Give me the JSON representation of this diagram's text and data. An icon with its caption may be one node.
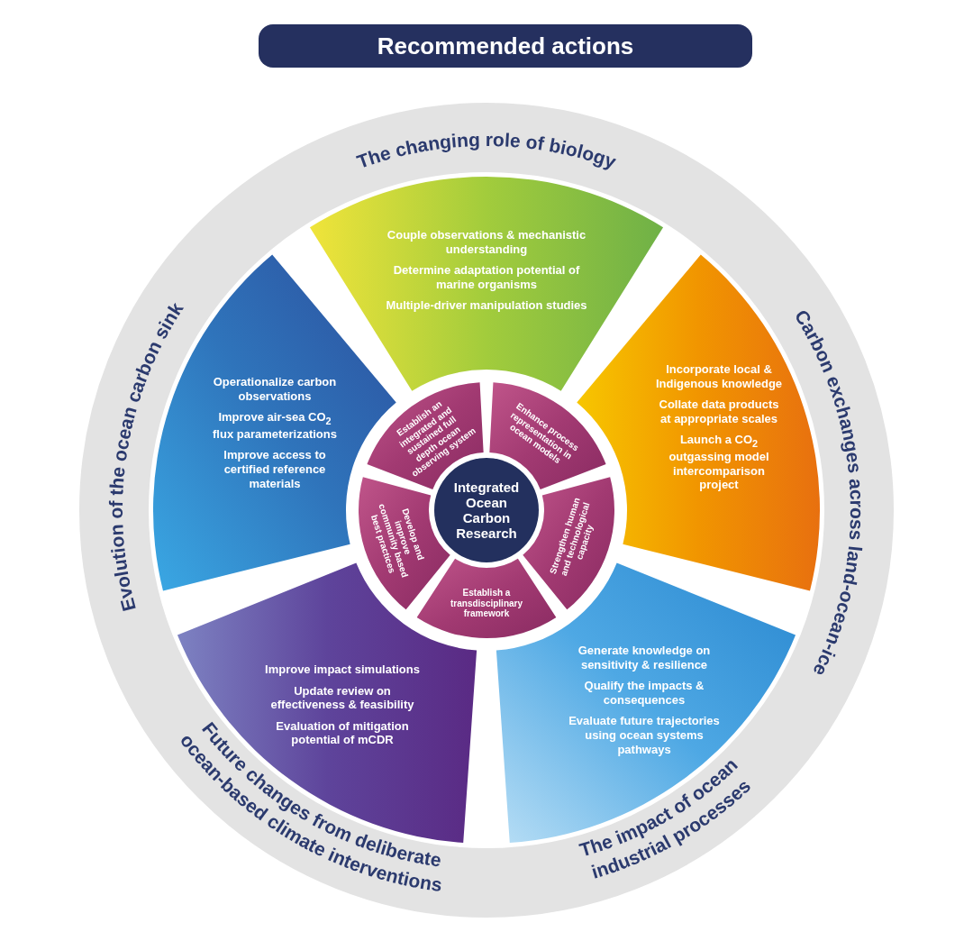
{
  "diagram": {
    "title": "Recommended actions",
    "nodes": [
      {
        "text": [
          "The changing role of biology",
          "Carbon exchanges across land-ocean-ice",
          "The impact of ocean industrial processes",
          "Future changes from deliberate ocean-based climate interventions",
          "Evolution of the ocean carbon sink"
        ]
      },
      {
        "text": [
          "Couple observations & mechanistic understanding",
          "Determine adaptation potential of marine organisms",
          "Multiple-driver manipulation studies"
        ],
        "in": 0
      },
      {
        "text": [
          "Incorporate local & Indigenous knowledge",
          "Collate data products at appropriate scales",
          "Launch a CO$_{2}$ outgassing model intercomparison project"
        ],
        "in": 0
      },
      {
        "text": [
          "Generate knowledge on sensitivity & resilience",
          "Qualify the impacts & consequences",
          "Evaluate future trajectories using ocean systems pathways"
        ],
        "in": 0
      },
      {
        "text": [
          "Improve impact simulations",
          "Update review on effectiveness & feasibility",
          "Evaluation of mitigation potential of mCDR"
        ],
        "in": 0
      },
      {
        "text": [
          "Operationalize carbon observations",
          "Improve air-sea CO$_{2}$ flux parameterizations",
          "Improve access to certified reference materials"
        ],
        "in": 0
      },
      {
        "text": [
          "Establish an integrated and sustained full depth ocean observing system"
        ],
        "in": 0
      },
      {
        "text": [
          "Enhance process representation in ocean models"
        ],
        "in": 0
      },
      {
        "text": [
          "Strengthen human and technological capacity"
        ],
        "in": 0
      },
      {
        "text": [
          "Establish a transdisciplinary framework"
        ],
        "in": 0
      },
      {
        "text": [
          "Develop and improve community based best practices"
        ],
        "in": 0
      },
      {
        "text": [
          "Integrated Ocean Carbon Research"
        ],
        "in": 0
      }
    ],
    "edges": []
  }
}
